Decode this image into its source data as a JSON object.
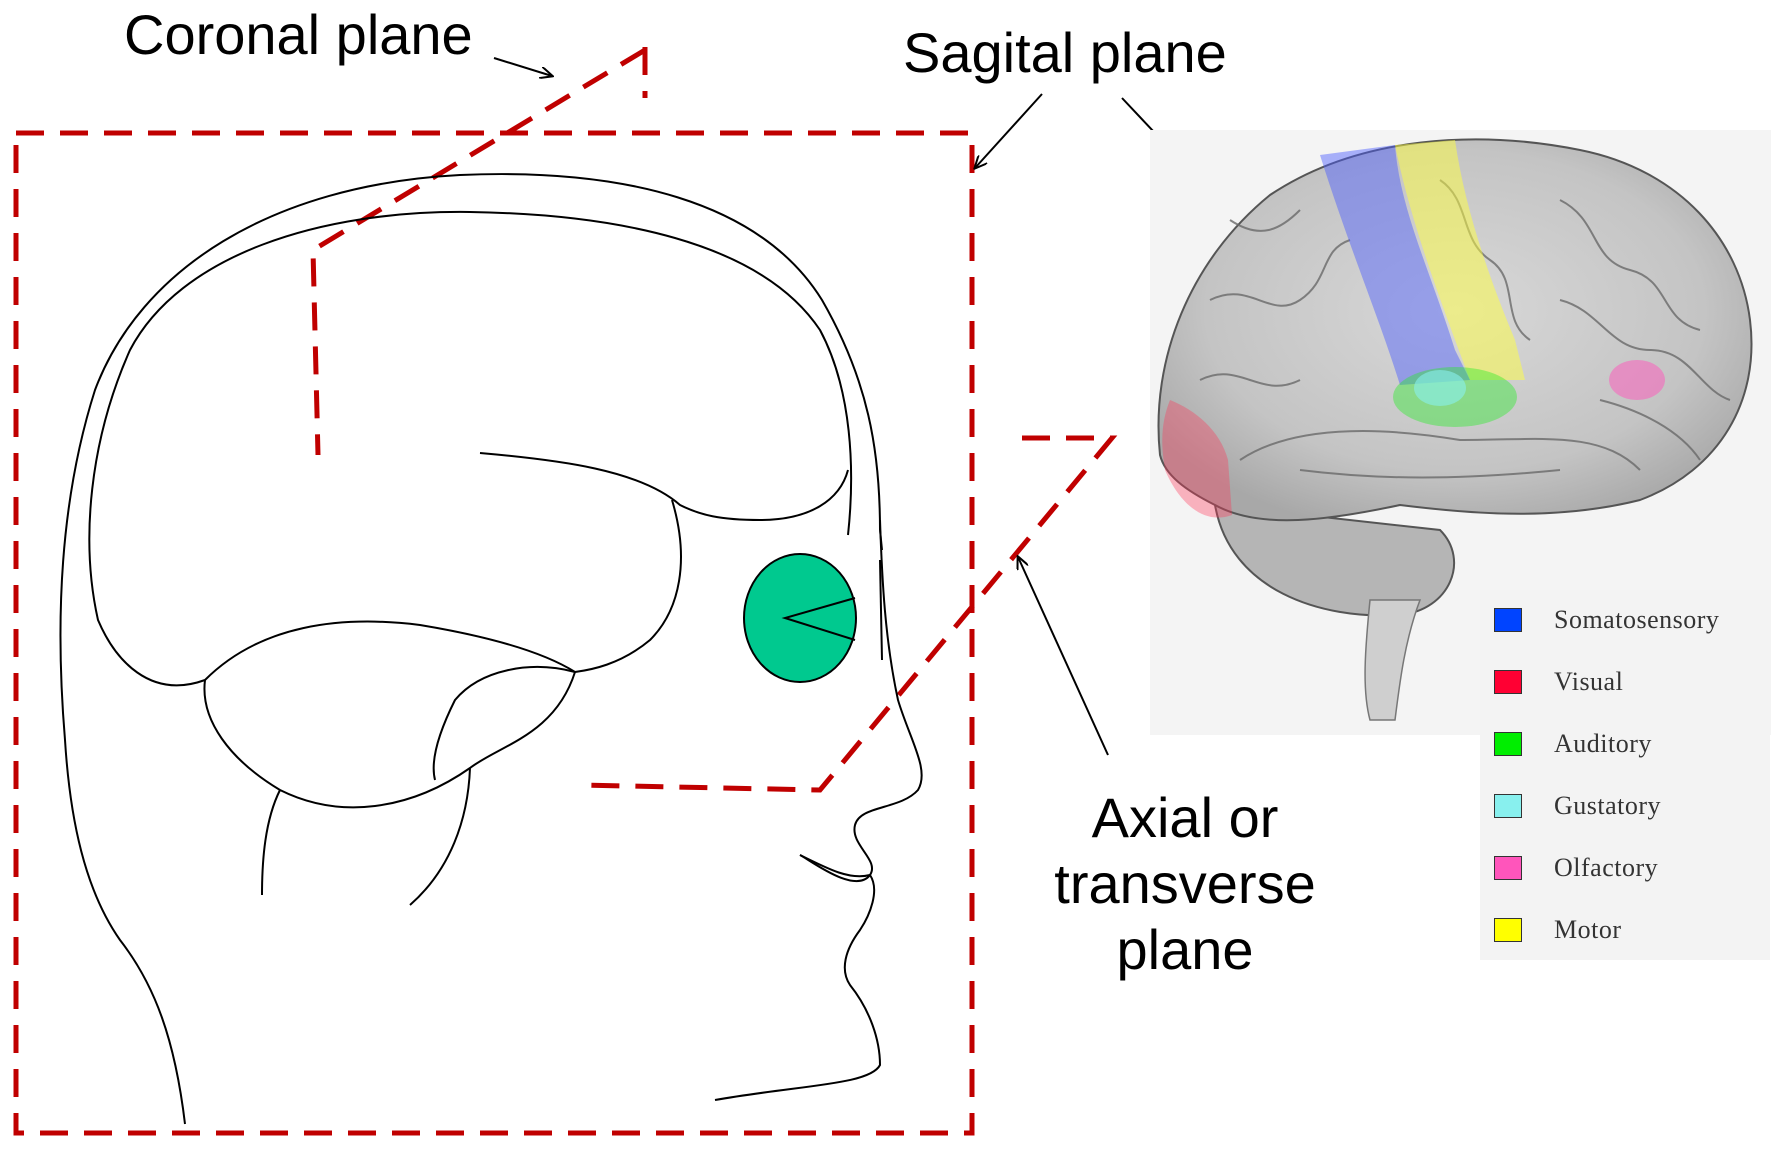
{
  "labels": {
    "coronal": "Coronal plane",
    "sagital": "Sagital plane",
    "axial_line1": "Axial or",
    "axial_line2": "transverse",
    "axial_line3": "plane"
  },
  "colors": {
    "plane_dash": "#c00000",
    "eye": "#00c98f",
    "somatosensory": "#0044ff",
    "visual": "#ff0033",
    "auditory": "#00ee00",
    "gustatory": "#88f0ee",
    "olfactory": "#ff55bb",
    "motor": "#ffff00"
  },
  "legend": [
    {
      "label": "Somatosensory",
      "color": "#0044ff"
    },
    {
      "label": "Visual",
      "color": "#ff0033"
    },
    {
      "label": "Auditory",
      "color": "#00ee00"
    },
    {
      "label": "Gustatory",
      "color": "#88f0ee"
    },
    {
      "label": "Olfactory",
      "color": "#ff55bb"
    },
    {
      "label": "Motor",
      "color": "#ffff00"
    }
  ]
}
